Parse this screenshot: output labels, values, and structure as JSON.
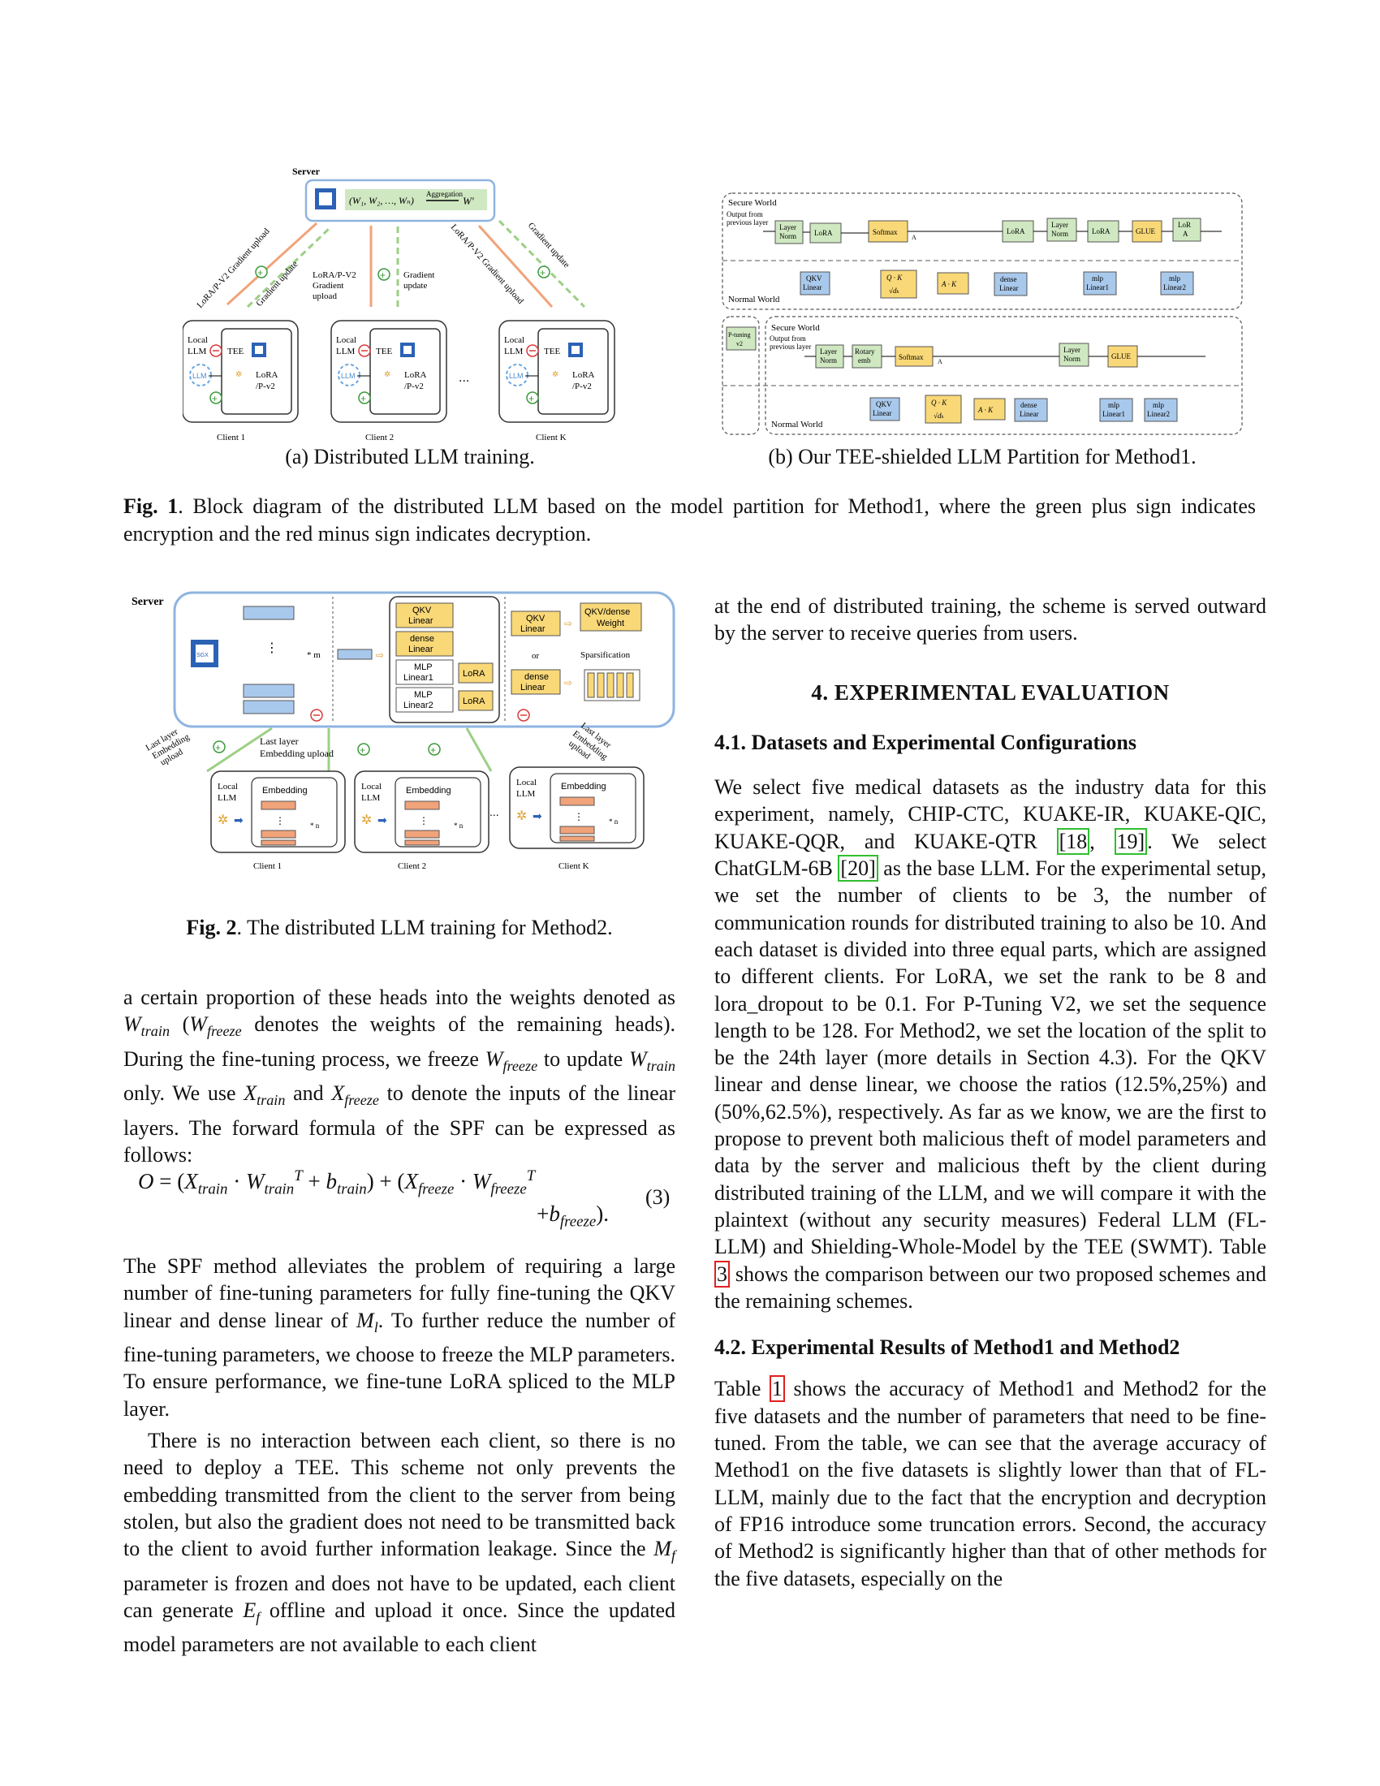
{
  "figure1": {
    "a": {
      "server_label": "Server",
      "aggregation_formula": "(W₁, W₂, …, Wₙ)",
      "aggregation_label": "Aggregation",
      "aggregation_result": "W′",
      "upload_label_left": "LoRA/P-V2 Gradient upload",
      "update_label_left": "Gradient update",
      "center_upload": [
        "LoRA/P-V2",
        "Gradient",
        "upload"
      ],
      "center_update": [
        "Gradient",
        "update"
      ],
      "upload_label_right": "LoRA/P-V2 Gradient upload",
      "update_label_right": "Gradient update",
      "local_llm": [
        "Local",
        "LLM"
      ],
      "tee": "TEE",
      "lora": [
        "LoRA",
        "/P-v2"
      ],
      "llm_logo": "LLM",
      "ellipsis": "...",
      "clients": [
        "Client 1",
        "Client 2",
        "Client K"
      ],
      "subcaption": "(a) Distributed LLM training."
    },
    "b": {
      "secure_world": "Secure World",
      "normal_world": "Normal World",
      "output_prev": [
        "Output from",
        "previous layer"
      ],
      "layer_norm": [
        "Layer",
        "Norm"
      ],
      "lora": "LoRA",
      "softmax": "Softmax",
      "qkv": [
        "QKV",
        "Linear"
      ],
      "qk": [
        "Q · K",
        "√dₖ"
      ],
      "ak": "A · K",
      "dense": [
        "dense",
        "Linear"
      ],
      "mlp1": [
        "mlp",
        "Linear1"
      ],
      "mlp2": [
        "mlp",
        "Linear2"
      ],
      "glue": "GLUE",
      "lor_a": [
        "LoR",
        "A"
      ],
      "a_label": "A",
      "ptuning": [
        "P-tuning",
        "v2"
      ],
      "rotary": [
        "Rotary",
        "emb"
      ],
      "subcaption": "(b) Our TEE-shielded LLM Partition for Method1."
    },
    "caption_label": "Fig. 1",
    "caption_text": ". Block diagram of the distributed LLM based on the model partition for Method1, where the green plus sign indicates encryption and the red minus sign indicates decryption."
  },
  "figure2": {
    "server_label": "Server",
    "qkv": [
      "QKV",
      "Linear"
    ],
    "dense": [
      "dense",
      "Linear"
    ],
    "mlp1": [
      "MLP",
      "Linear1"
    ],
    "mlp2": [
      "MLP",
      "Linear2"
    ],
    "lora": "LoRA",
    "or": "or",
    "qkv_dense_weight": [
      "QKV/dense",
      "Weight"
    ],
    "sparsification": "Sparsification",
    "times_m": "* m",
    "times_n": "* n",
    "upload_left": [
      "Last layer",
      "Embedding",
      "upload"
    ],
    "upload_center": [
      "Last layer",
      "Embedding upload"
    ],
    "upload_right": [
      "Last layer",
      "Embedding",
      "upload"
    ],
    "local_llm": [
      "Local",
      "LLM"
    ],
    "embedding": "Embedding",
    "ellipsis": "...",
    "sgx": "SGX",
    "clients": [
      "Client 1",
      "Client 2",
      "Client K"
    ],
    "caption_label": "Fig. 2",
    "caption_text": ". The distributed LLM training for Method2."
  },
  "left_col": {
    "p1_a": "a certain proportion of these heads into the weights denoted as ",
    "p1_b": " (",
    "p1_c": " denotes the weights of the remaining heads). During the fine-tuning process, we freeze ",
    "p1_d": " to update ",
    "p1_e": " only. We use ",
    "p1_f": " and ",
    "p1_g": " to denote the inputs of the linear layers. The forward formula of the SPF can be expressed as follows:",
    "eq_number": "(3)",
    "p2_a": "The SPF method alleviates the problem of requiring a large number of fine-tuning parameters for fully fine-tuning the QKV linear and dense linear of ",
    "p2_b": ". To further reduce the number of fine-tuning parameters, we choose to freeze the MLP parameters. To ensure performance, we fine-tune LoRA spliced to the MLP layer.",
    "p3_a": "There is no interaction between each client, so there is no need to deploy a TEE. This scheme not only prevents the embedding transmitted from the client to the server from being stolen, but also the gradient does not need to be transmitted back to the client to avoid further information leakage. Since the ",
    "p3_b": " parameter is frozen and does not have to be updated, each client can generate ",
    "p3_c": " offline and upload it once. Since the updated model parameters are not available to each client"
  },
  "right_col": {
    "p0": "at the end of distributed training, the scheme is served outward by the server to receive queries from users.",
    "sec4": "4. EXPERIMENTAL EVALUATION",
    "sec41": "4.1. Datasets and Experimental Configurations",
    "p1_a": "We select five medical datasets as the industry data for this experiment, namely, CHIP-CTC, KUAKE-IR, KUAKE-QIC, KUAKE-QQR, and KUAKE-QTR ",
    "ref18": "[18",
    "ref_sep": ", ",
    "ref19": "19]",
    "p1_b": ". We select ChatGLM-6B ",
    "ref20": "[20]",
    "p1_c": " as the base LLM. For the experimental setup, we set the number of clients to be 3, the number of communication rounds for distributed training to also be 10. And each dataset is divided into three equal parts, which are assigned to different clients. For LoRA, we set the rank to be 8 and lora_dropout to be 0.1. For P-Tuning V2, we set the sequence length to be 128. For Method2, we set the location of the split to be the 24th layer (more details in Section 4.3). For the QKV linear and dense linear, we choose the ratios (12.5%,25%) and (50%,62.5%), respectively. As far as we know, we are the first to propose to prevent both malicious theft of model parameters and data by the server and malicious theft by the client during distributed training of the LLM, and we will compare it with the plaintext (without any security measures) Federal LLM (FL-LLM) and Shielding-Whole-Model by the TEE (SWMT). Table ",
    "tab3": "3",
    "p1_d": " shows the comparison between our two proposed schemes and the remaining schemes.",
    "sec42": "4.2. Experimental Results of Method1 and Method2",
    "p2_a": "Table ",
    "tab1": "1",
    "p2_b": " shows the accuracy of Method1 and Method2 for the five datasets and the number of parameters that need to be fine-tuned. From the table, we can see that the average accuracy of Method1 on the five datasets is slightly lower than that of FL-LLM, mainly due to the fact that the encryption and decryption of FP16 introduce some truncation errors. Second, the accuracy of Method2 is significantly higher than that of other methods for the five datasets, especially on the"
  },
  "colors": {
    "green_box": "#cfe8c1",
    "yellow_box": "#f9d878",
    "blue_box": "#a9c9ec",
    "orange": "#f1a37a",
    "ref_green": "#2fbf2f",
    "ref_red": "#e02020",
    "server_border": "#8fb4e0"
  }
}
